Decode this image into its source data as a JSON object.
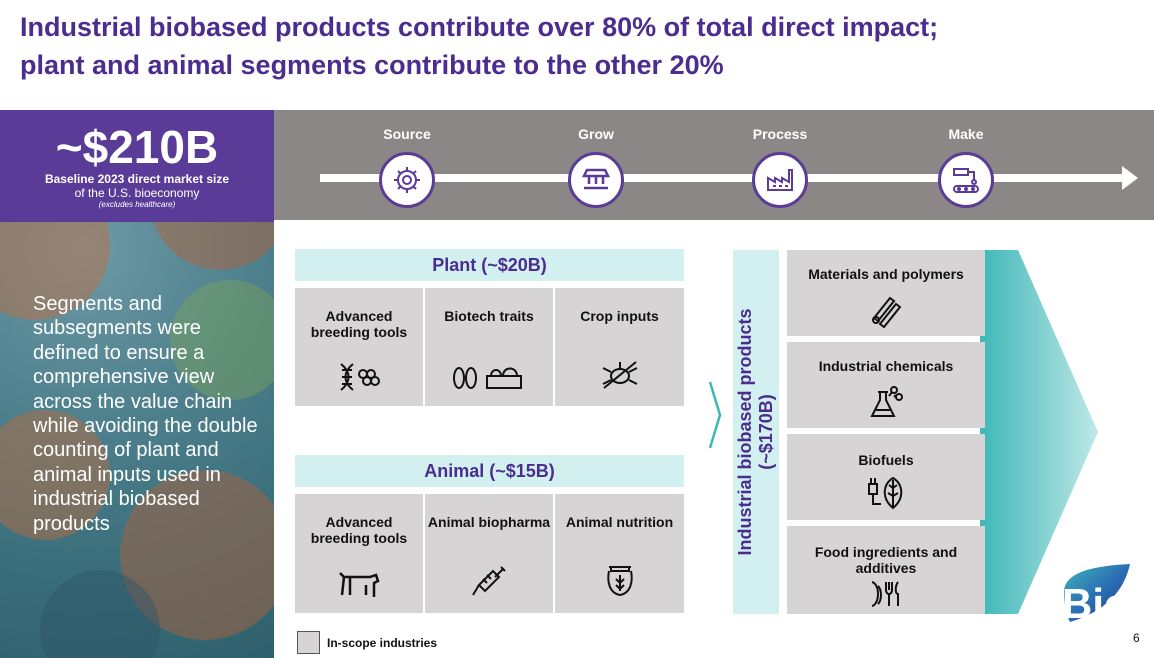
{
  "title": {
    "line1": "Industrial biobased products contribute over 80% of total direct impact;",
    "line2": "plant and animal segments contribute to the other 20%"
  },
  "baseline": {
    "value": "~$210B",
    "line1": "Baseline 2023 direct market size",
    "line2": "of the  U.S. bioeconomy",
    "line3": "(excludes healthcare)"
  },
  "left_text": "Segments and subsegments were defined to ensure a comprehensive view across the value chain while avoiding the double counting of plant and animal inputs used in industrial biobased products",
  "value_chain": [
    {
      "label": "Source",
      "icon": "gear-icon"
    },
    {
      "label": "Grow",
      "icon": "greenhouse-icon"
    },
    {
      "label": "Process",
      "icon": "factory-icon"
    },
    {
      "label": "Make",
      "icon": "robot-arm-icon"
    }
  ],
  "plant": {
    "header": "Plant (~$20B)",
    "cells": [
      {
        "label": "Advanced breeding tools",
        "icon": "dna-icon"
      },
      {
        "label": "Biotech traits",
        "icon": "crops-icon"
      },
      {
        "label": "Crop inputs",
        "icon": "pest-control-icon"
      }
    ]
  },
  "animal": {
    "header": "Animal (~$15B)",
    "cells": [
      {
        "label": "Advanced breeding tools",
        "icon": "cow-icon"
      },
      {
        "label": "Animal biopharma",
        "icon": "syringe-icon"
      },
      {
        "label": "Animal nutrition",
        "icon": "feed-icon"
      }
    ]
  },
  "industrial": {
    "label_line1": "Industrial biobased products",
    "label_line2": "(~$170B)",
    "cells": [
      {
        "label": "Materials and polymers",
        "icon": "polymer-icon"
      },
      {
        "label": "Industrial chemicals",
        "icon": "flask-icon"
      },
      {
        "label": "Biofuels",
        "icon": "biofuel-leaf-icon"
      },
      {
        "label": "Food ingredients and additives",
        "icon": "food-icon"
      }
    ]
  },
  "legend": "In-scope industries",
  "page_number": "6",
  "logo_text": "Bio",
  "colors": {
    "purple": "#4b2d8f",
    "stat_bg": "#5a3c98",
    "band_gray": "#8b8787",
    "cell_gray": "#d6d4d4",
    "header_teal": "#d3f0f0",
    "arrow_teal": "#3fb7b7"
  }
}
